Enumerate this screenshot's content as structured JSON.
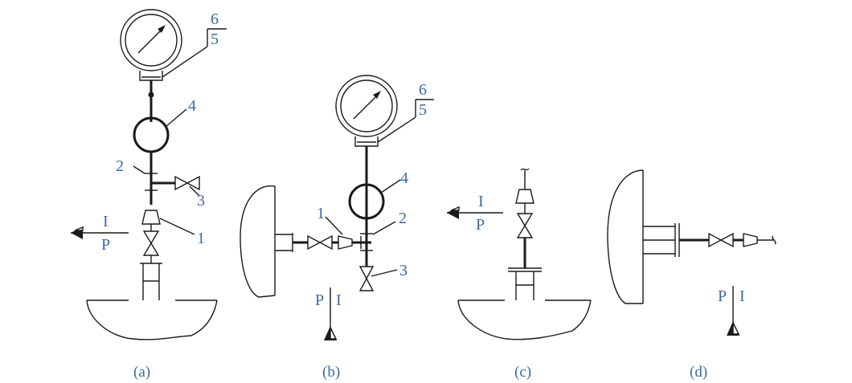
{
  "panels": [
    {
      "caption": "(a)",
      "labels": {
        "n1": "1",
        "n2": "2",
        "n3": "3",
        "n4": "4",
        "n5": "5",
        "n6": "6"
      },
      "flow": {
        "upper": "I",
        "lower": "P"
      }
    },
    {
      "caption": "(b)",
      "labels": {
        "n1": "1",
        "n2": "2",
        "n3": "3",
        "n4": "4",
        "n5": "5",
        "n6": "6"
      },
      "flow": {
        "left": "P",
        "right": "I"
      }
    },
    {
      "caption": "(c)",
      "flow": {
        "upper": "I",
        "lower": "P"
      }
    },
    {
      "caption": "(d)",
      "flow": {
        "left": "P",
        "right": "I"
      }
    }
  ],
  "colors": {
    "line": "#1a1a1a",
    "label": "#3d6aa6"
  }
}
